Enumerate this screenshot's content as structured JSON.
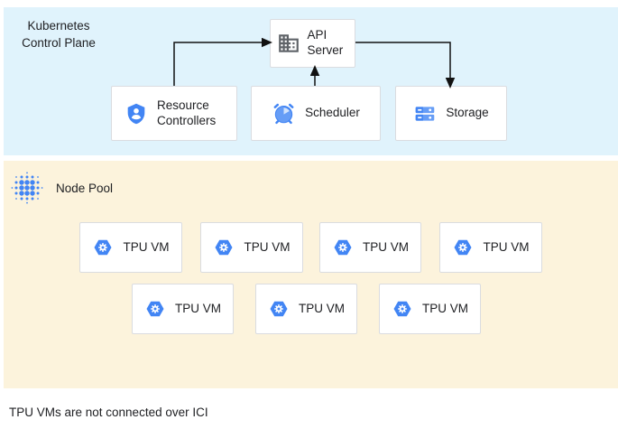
{
  "control_plane": {
    "label": "Kubernetes Control Plane",
    "bg_color": "#E0F3FC",
    "nodes": {
      "api_server": {
        "label": "API Server",
        "icon": "building-icon"
      },
      "resource_controllers": {
        "label": "Resource Controllers",
        "icon": "shield-user-icon"
      },
      "scheduler": {
        "label": "Scheduler",
        "icon": "alarm-clock-icon"
      },
      "storage": {
        "label": "Storage",
        "icon": "server-stack-icon"
      }
    },
    "arrows": [
      {
        "from": "resource_controllers",
        "to": "api_server"
      },
      {
        "from": "scheduler",
        "to": "api_server"
      },
      {
        "from": "api_server",
        "to": "storage"
      }
    ]
  },
  "node_pool": {
    "label": "Node Pool",
    "bg_color": "#FCF3DC",
    "icon": "halftone-dots-icon",
    "tpu_vms": [
      {
        "label": "TPU VM"
      },
      {
        "label": "TPU VM"
      },
      {
        "label": "TPU VM"
      },
      {
        "label": "TPU VM"
      },
      {
        "label": "TPU VM"
      },
      {
        "label": "TPU VM"
      },
      {
        "label": "TPU VM"
      }
    ]
  },
  "caption": "TPU VMs are not connected over ICI",
  "colors": {
    "accent_blue": "#4285F4",
    "light_blue": "#669DF6",
    "pale_blue": "#D2E3FC",
    "icon_gray": "#5F6368",
    "box_border": "#DADCE0",
    "text": "#202124",
    "arrow": "#111111"
  }
}
